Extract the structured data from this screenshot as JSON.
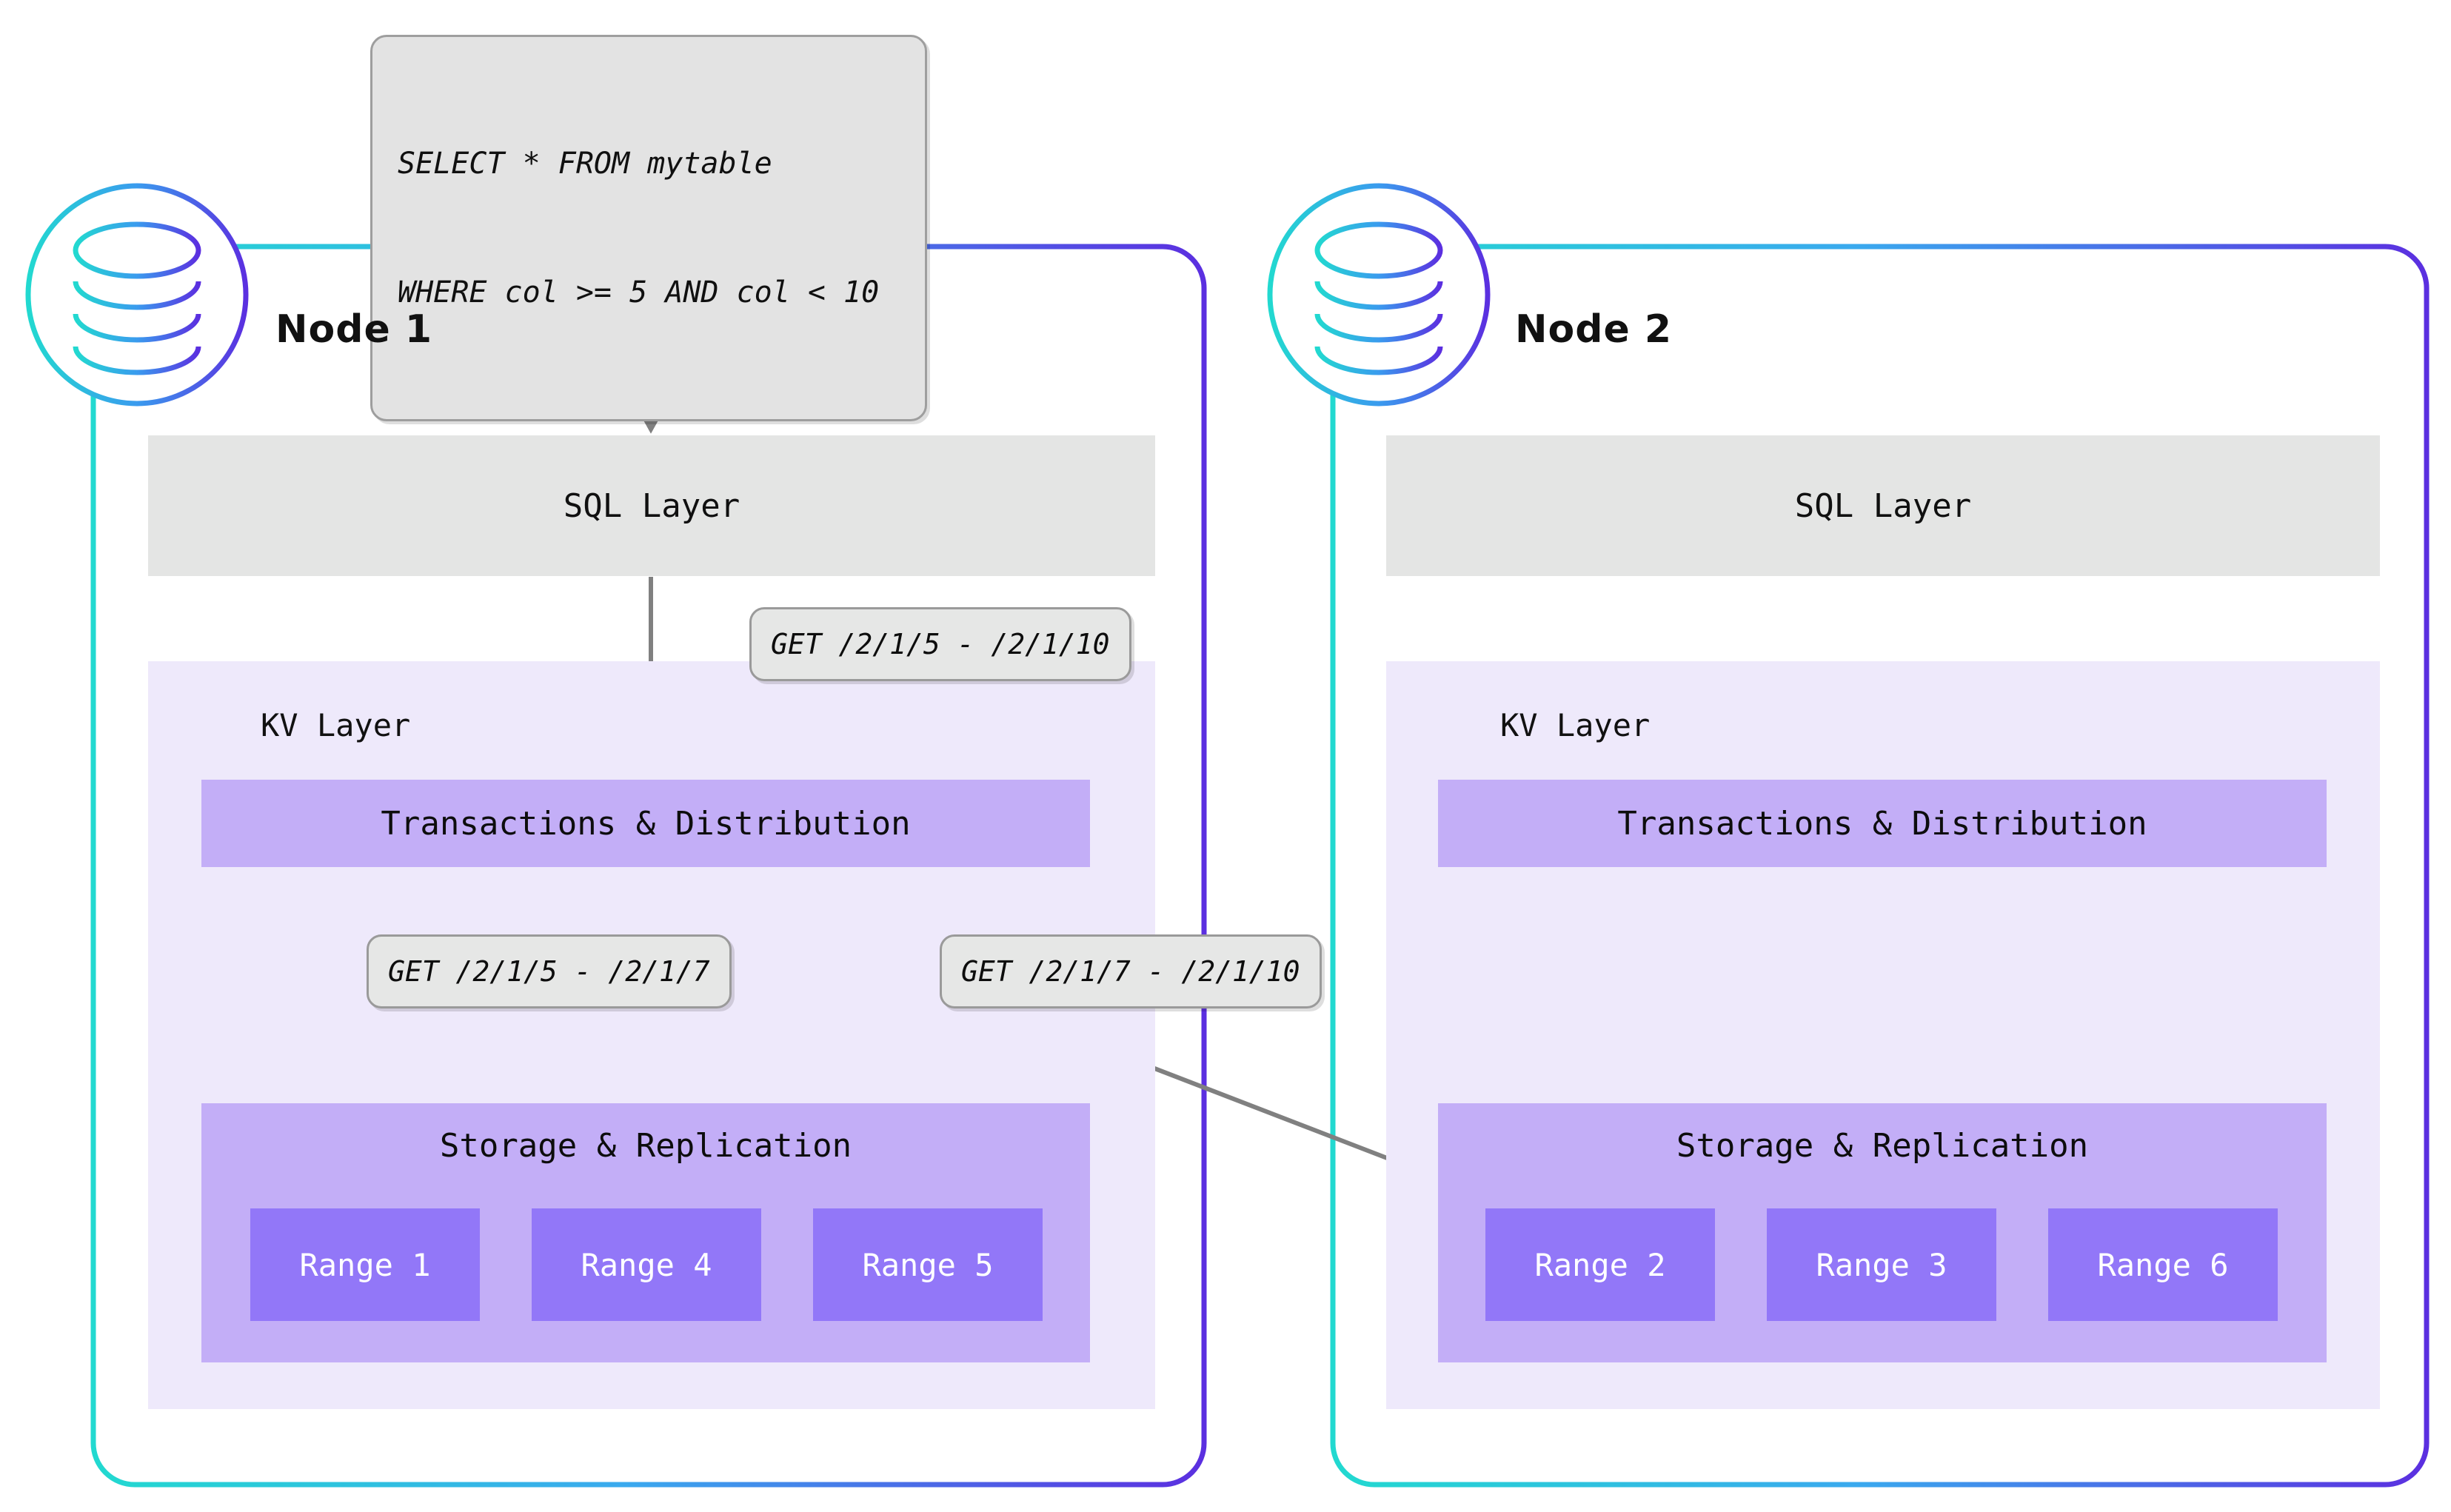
{
  "diagram": {
    "query_callout": {
      "line1": "SELECT * FROM mytable",
      "line2": "WHERE col >= 5 AND col < 10"
    },
    "get_labels": {
      "sql_to_kv": "GET /2/1/5 - /2/1/10",
      "to_local_range": "GET /2/1/5 - /2/1/7",
      "to_remote_range": "GET /2/1/7 - /2/1/10"
    },
    "colors": {
      "node_border_start": "#22d9d0",
      "node_border_end": "#5b2fe0",
      "sql_layer_bg": "#e4e5e4",
      "kv_panel_bg": "#eee9fb",
      "layer_bar_bg": "#c3aef7",
      "range_bg": "#9277f8",
      "callout_bg": "#e3e3e3",
      "callout_border": "#9e9e9e",
      "arrow": "#808080"
    },
    "nodes": [
      {
        "title": "Node 1",
        "icon": "database-icon",
        "sql_layer_label": "SQL Layer",
        "kv_layer_label": "KV Layer",
        "txn_label": "Transactions & Distribution",
        "storage_label": "Storage & Replication",
        "ranges": [
          "Range 1",
          "Range 4",
          "Range 5"
        ]
      },
      {
        "title": "Node 2",
        "icon": "database-icon",
        "sql_layer_label": "SQL Layer",
        "kv_layer_label": "KV Layer",
        "txn_label": "Transactions & Distribution",
        "storage_label": "Storage & Replication",
        "ranges": [
          "Range 2",
          "Range 3",
          "Range 6"
        ]
      }
    ]
  }
}
